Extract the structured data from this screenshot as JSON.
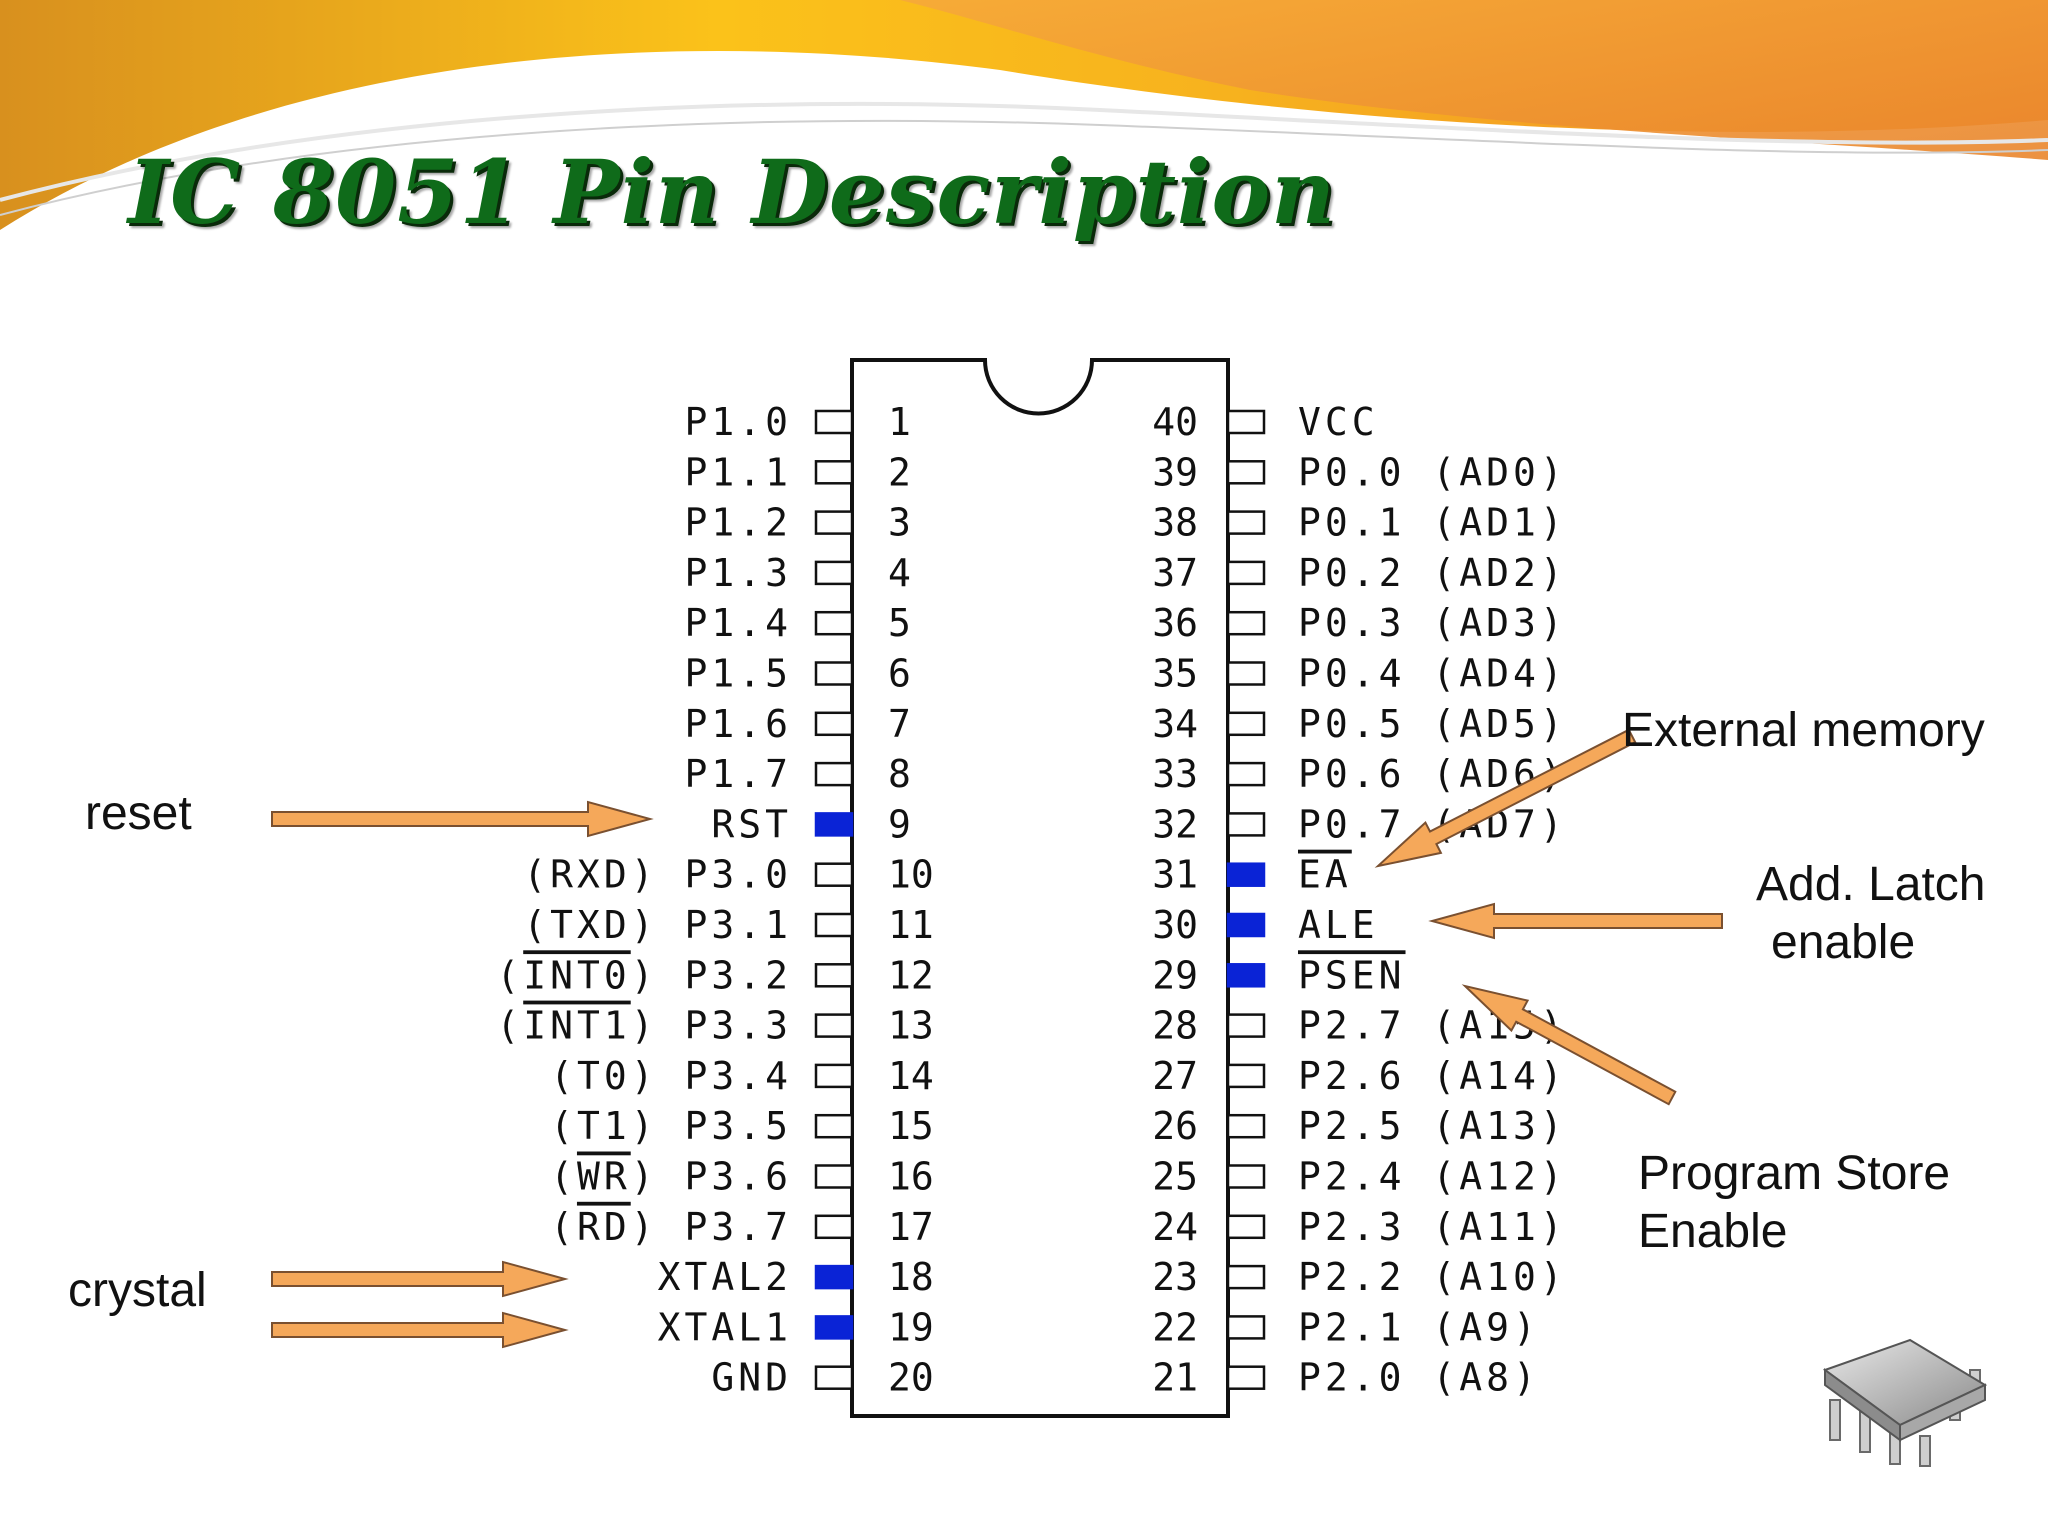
{
  "title": "IC 8051 Pin Description",
  "colors": {
    "title": "#0f6b1a",
    "banner_orange": "#f2a43a",
    "banner_yellow": "#fbc21a",
    "arrow_fill": "#f5a85a",
    "arrow_stroke": "#7a5030",
    "highlight_pin": "#0a23d6"
  },
  "left_pins": [
    {
      "num": "1",
      "label": "P1.0"
    },
    {
      "num": "2",
      "label": "P1.1"
    },
    {
      "num": "3",
      "label": "P1.2"
    },
    {
      "num": "4",
      "label": "P1.3"
    },
    {
      "num": "5",
      "label": "P1.4"
    },
    {
      "num": "6",
      "label": "P1.5"
    },
    {
      "num": "7",
      "label": "P1.6"
    },
    {
      "num": "8",
      "label": "P1.7"
    },
    {
      "num": "9",
      "label": "RST",
      "highlight": true
    },
    {
      "num": "10",
      "label": "(RXD) P3.0"
    },
    {
      "num": "11",
      "label": "(TXD) P3.1"
    },
    {
      "num": "12",
      "label": "(INT0) P3.2",
      "overline": "INT0"
    },
    {
      "num": "13",
      "label": "(INT1) P3.3",
      "overline": "INT1"
    },
    {
      "num": "14",
      "label": "(T0) P3.4"
    },
    {
      "num": "15",
      "label": "(T1) P3.5"
    },
    {
      "num": "16",
      "label": "(WR) P3.6",
      "overline": "WR"
    },
    {
      "num": "17",
      "label": "(RD) P3.7",
      "overline": "RD"
    },
    {
      "num": "18",
      "label": "XTAL2",
      "highlight": true
    },
    {
      "num": "19",
      "label": "XTAL1",
      "highlight": true
    },
    {
      "num": "20",
      "label": "GND"
    }
  ],
  "right_pins": [
    {
      "num": "40",
      "label": "VCC"
    },
    {
      "num": "39",
      "label": "P0.0 (AD0)"
    },
    {
      "num": "38",
      "label": "P0.1 (AD1)"
    },
    {
      "num": "37",
      "label": "P0.2 (AD2)"
    },
    {
      "num": "36",
      "label": "P0.3 (AD3)"
    },
    {
      "num": "35",
      "label": "P0.4 (AD4)"
    },
    {
      "num": "34",
      "label": "P0.5 (AD5)"
    },
    {
      "num": "33",
      "label": "P0.6 (AD6)"
    },
    {
      "num": "32",
      "label": "P0.7 (AD7)"
    },
    {
      "num": "31",
      "label": "EA",
      "highlight": true,
      "overline": "EA"
    },
    {
      "num": "30",
      "label": "ALE",
      "highlight": true
    },
    {
      "num": "29",
      "label": "PSEN",
      "highlight": true,
      "overline": "PSEN"
    },
    {
      "num": "28",
      "label": "P2.7 (A15)"
    },
    {
      "num": "27",
      "label": "P2.6 (A14)"
    },
    {
      "num": "26",
      "label": "P2.5 (A13)"
    },
    {
      "num": "25",
      "label": "P2.4 (A12)"
    },
    {
      "num": "24",
      "label": "P2.3 (A11)"
    },
    {
      "num": "23",
      "label": "P2.2 (A10)"
    },
    {
      "num": "22",
      "label": "P2.1 (A9)"
    },
    {
      "num": "21",
      "label": "P2.0 (A8)"
    }
  ],
  "annotations": {
    "reset": "reset",
    "crystal": "crystal",
    "external_memory": "External memory",
    "add_latch_line1": "Add. Latch",
    "add_latch_line2": "enable",
    "program_store_line1": "Program Store",
    "program_store_line2": "Enable"
  },
  "icons": [
    "chip-icon"
  ]
}
